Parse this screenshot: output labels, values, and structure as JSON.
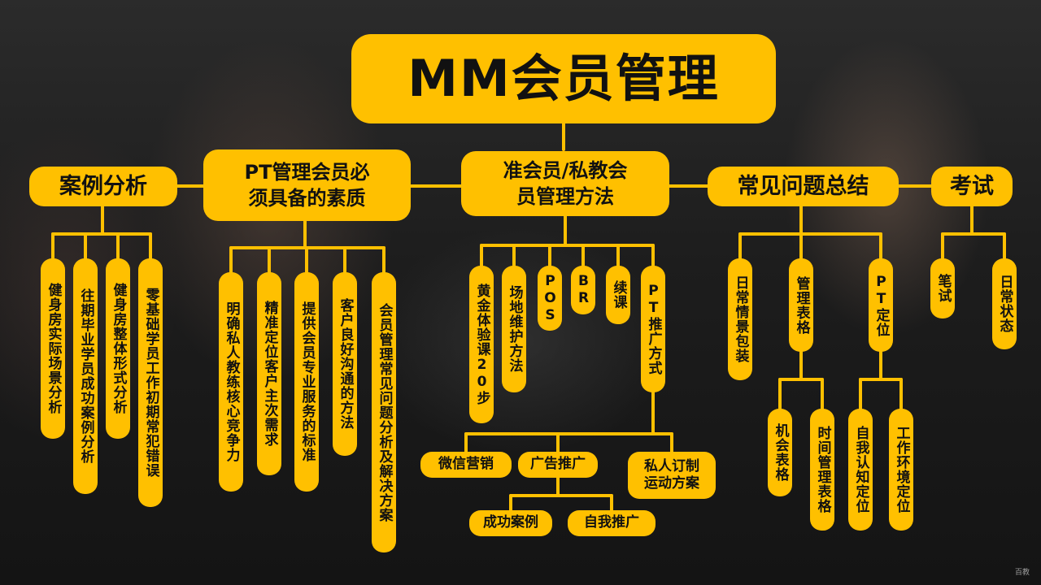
{
  "title": "MM会员管理",
  "branches": {
    "case_analysis": {
      "label": "案例分析",
      "items": [
        "健身房实际场景分析",
        "往期毕业学员成功案例分析",
        "健身房整体形式分析",
        "零基础学员工作初期常犯错误"
      ]
    },
    "pt_quality": {
      "label_line1": "PT管理会员必",
      "label_line2": "须具备的素质",
      "items": [
        "明确私人教练核心竞争力",
        "精准定位客户主次需求",
        "提供会员专业服务的标准",
        "客户良好沟通的方法",
        "会员管理常见问题分析及解决方案"
      ]
    },
    "methods": {
      "label_line1": "准会员/私教会",
      "label_line2": "员管理方法",
      "items": [
        "黄金体验课20步",
        "场地维护方法",
        "POS",
        "BR",
        "续课",
        "PT推广方式"
      ],
      "pt_promotion": {
        "wechat": "微信营销",
        "ads": "广告推广",
        "custom_line1": "私人订制",
        "custom_line2": "运动方案",
        "ads_children": [
          "成功案例",
          "自我推广"
        ]
      }
    },
    "faq": {
      "label": "常见问题总结",
      "items": [
        "日常情景包装",
        "管理表格",
        "PT定位"
      ],
      "table_children": [
        "机会表格",
        "时间管理表格"
      ],
      "position_children": [
        "自我认知定位",
        "工作环境定位"
      ]
    },
    "exam": {
      "label": "考试",
      "items": [
        "笔试",
        "日常状态"
      ]
    }
  },
  "watermark": "百教",
  "colors": {
    "accent": "#ffc000",
    "text": "#111111",
    "background": "#1a1a1a"
  }
}
